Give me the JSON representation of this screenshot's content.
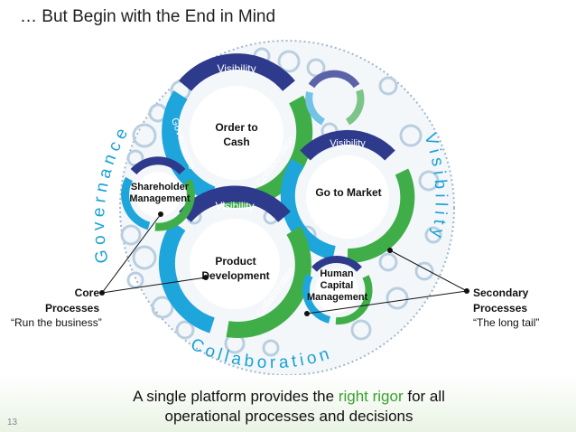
{
  "title": "… But Begin with the End in Mind",
  "ring_words": {
    "top_left": "Governance",
    "right": "Visibility",
    "bottom": "Collaboration"
  },
  "arrow_words": {
    "visibility": "Visibility",
    "governance": "Governance",
    "collaboration": "Collaboration"
  },
  "processes": {
    "order_to_cash": [
      "Order to",
      "Cash"
    ],
    "go_to_market": "Go to Market",
    "shareholder": [
      "Shareholder",
      "Management"
    ],
    "product_dev": [
      "Product",
      "Development"
    ],
    "hcm": [
      "Human",
      "Capital",
      "Management"
    ]
  },
  "core": {
    "label_line1": "Core",
    "label_line2": "Processes",
    "quote": "“Run the business”"
  },
  "secondary": {
    "label_line1": "Secondary",
    "label_line2": "Processes",
    "quote": "“The long tail”"
  },
  "caption": {
    "before": "A single platform provides the ",
    "highlight": "right rigor",
    "after": " for all",
    "line2": "operational processes and decisions"
  },
  "page_number": "13",
  "colors": {
    "visibility": "#2e3a8c",
    "governance": "#1ea6dc",
    "collaboration": "#3fae49",
    "ring_text": "#1aa1d4",
    "bubble": "#b9cfe0"
  }
}
